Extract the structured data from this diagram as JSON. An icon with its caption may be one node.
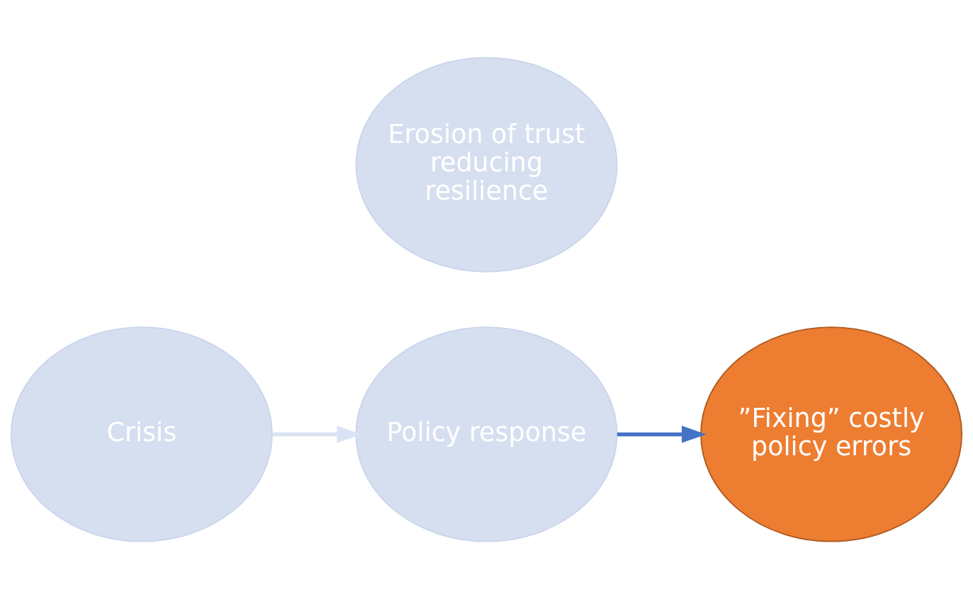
{
  "diagram": {
    "nodes": [
      {
        "text": [
          "Policy response"
        ]
      },
      {
        "text": [
          "Crisis"
        ]
      },
      {
        "text": [
          "”Fixing” costly policy errors"
        ]
      },
      {
        "text": [
          "Erosion of trust reducing resilience"
        ]
      }
    ],
    "edges": [
      {
        "from": 1,
        "to": 0,
        "arrow": "to",
        "color": "#dae3f3"
      },
      {
        "from": 0,
        "to": 2,
        "arrow": "to",
        "color": "#4472c4"
      }
    ]
  }
}
